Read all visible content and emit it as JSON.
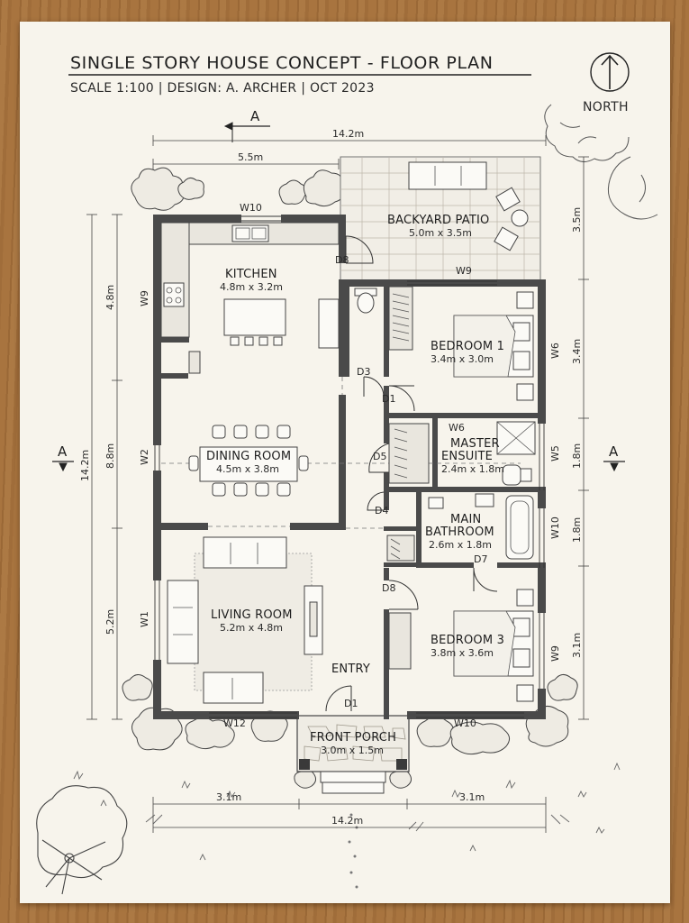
{
  "title": "SINGLE STORY HOUSE CONCEPT - FLOOR PLAN",
  "subtitle": "SCALE 1:100 | DESIGN: A. ARCHER | OCT 2023",
  "north_label": "NORTH",
  "section_marker": "A",
  "rooms": {
    "kitchen": {
      "name": "KITCHEN",
      "dims": "4.8m x 3.2m"
    },
    "dining": {
      "name": "DINING ROOM",
      "dims": "4.5m x 3.8m"
    },
    "living": {
      "name": "LIVING ROOM",
      "dims": "5.2m x 4.8m"
    },
    "bedroom1": {
      "name": "BEDROOM 1",
      "dims": "3.4m x 3.0m"
    },
    "ensuite": {
      "name1": "MASTER",
      "name2": "ENSUITE",
      "dims": "2.4m x 1.8m"
    },
    "bathroom": {
      "name1": "MAIN",
      "name2": "BATHROOM",
      "dims": "2.6m x 1.8m"
    },
    "bedroom3": {
      "name": "BEDROOM 3",
      "dims": "3.8m x 3.6m"
    },
    "patio": {
      "name": "BACKYARD PATIO",
      "dims": "5.0m x 3.5m"
    },
    "porch": {
      "name": "FRONT PORCH",
      "dims": "3.0m x 1.5m"
    },
    "entry": {
      "name": "ENTRY"
    }
  },
  "doors": {
    "d1a": "D1",
    "d1b": "D1",
    "d3": "D3",
    "d4": "D4",
    "d5": "D5",
    "d7": "D7",
    "d8a": "D8",
    "d8b": "D8"
  },
  "windows": {
    "w1": "W1",
    "w2": "W2",
    "w5": "W5",
    "w6a": "W6",
    "w6b": "W6",
    "w9a": "W9",
    "w9b": "W9",
    "w9c": "W9",
    "w10a": "W10",
    "w10b": "W10",
    "w10c": "W10",
    "w12": "W12"
  },
  "dimensions": {
    "top_total": "14.2m",
    "top_left": "5.5m",
    "bottom_total": "14.2m",
    "bottom_left": "3.1m",
    "bottom_right": "3.1m",
    "left_total": "14.2m",
    "left_top": "4.8m",
    "left_mid": "8.8m",
    "left_bot": "5.2m",
    "right_1": "3.5m",
    "right_2": "3.4m",
    "right_3": "1.8m",
    "right_4": "1.8m",
    "right_5": "3.1m"
  }
}
